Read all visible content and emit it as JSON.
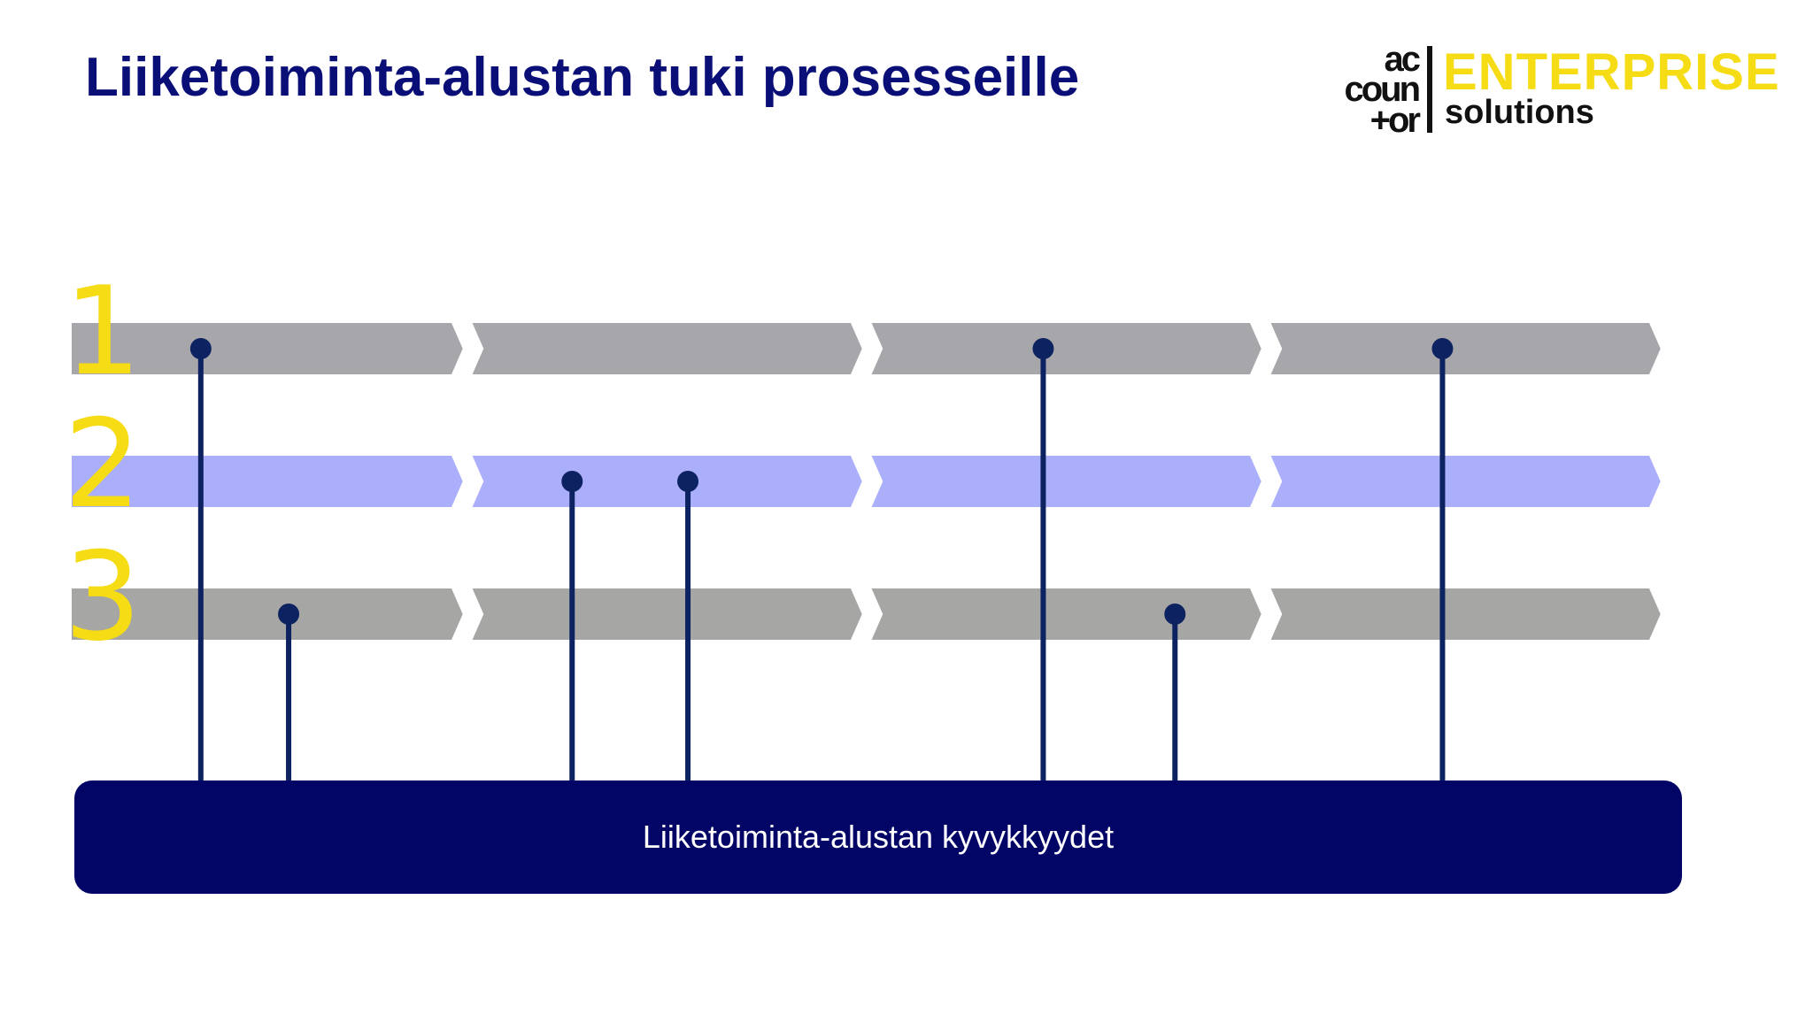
{
  "slide": {
    "title": "Liiketoiminta-alustan tuki prosesseille"
  },
  "logo": {
    "mark_lines": [
      "ac",
      "coun",
      "+or"
    ],
    "word": "ENTERPRISE",
    "subword": "solutions",
    "colors": {
      "word": "#f5dc14",
      "mark": "#111111"
    }
  },
  "lanes": [
    {
      "number": "1",
      "color": "#a7a6aa"
    },
    {
      "number": "2",
      "color": "#abaffb"
    },
    {
      "number": "3",
      "color": "#a6a6a4"
    }
  ],
  "stages_per_lane": 4,
  "connectors": [
    {
      "lane": 1,
      "stage": 1,
      "offset": 0.33
    },
    {
      "lane": 3,
      "stage": 1,
      "offset": 0.55
    },
    {
      "lane": 2,
      "stage": 2,
      "offset": 0.26
    },
    {
      "lane": 2,
      "stage": 2,
      "offset": 0.55
    },
    {
      "lane": 1,
      "stage": 3,
      "offset": 0.44
    },
    {
      "lane": 3,
      "stage": 3,
      "offset": 0.77
    },
    {
      "lane": 1,
      "stage": 4,
      "offset": 0.44
    }
  ],
  "platform": {
    "label": "Liiketoiminta-alustan kyvykkyydet",
    "color": "#020566"
  },
  "colors": {
    "title": "#0a0f78",
    "lane_number": "#f5dc14",
    "connector": "#0d2260"
  }
}
